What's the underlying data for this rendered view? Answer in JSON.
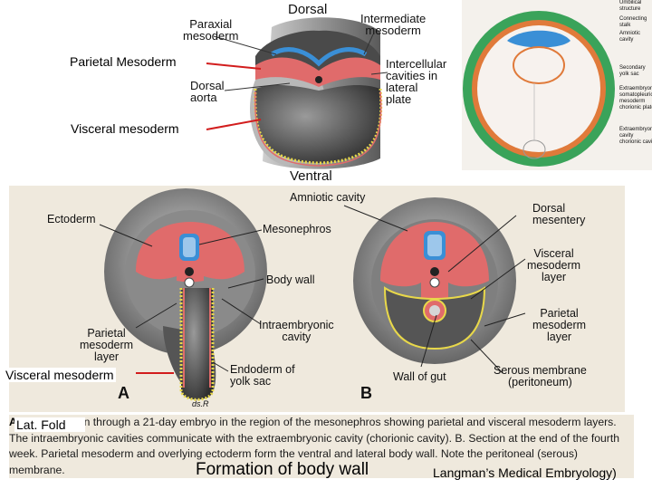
{
  "colors": {
    "mesoderm_red": "#e06b6b",
    "neural_blue": "#3a8fd6",
    "endoderm_yellow": "#e8d84a",
    "grey_shell": "#6a6a6a",
    "histology_green": "#3aa35a",
    "histology_orange": "#e07a3a",
    "arrow_red": "#d21d1d"
  },
  "overlay_labels": {
    "parietal": "Parietal Mesoderm",
    "visceral_top": "Visceral mesoderm",
    "visceral_bottom": "Visceral mesoderm",
    "lat_fold": "Lat. Fold"
  },
  "top_diagram": {
    "dorsal": "Dorsal",
    "ventral": "Ventral",
    "paraxial": "Paraxial\nmesoderm",
    "intermediate": "Intermediate\nmesoderm",
    "dorsal_aorta": "Dorsal\naorta",
    "intercellular": "Intercellular\ncavities in\nlateral\nplate"
  },
  "histology": {
    "l1": "Umbilical\nstructure",
    "l2": "Connecting\nstalk",
    "l3": "Amniotic\ncavity",
    "l4": "Secondary\nyolk sac",
    "l5": "Extraembryonic\nsomatopleuric\nmesoderm\nchorionic plate",
    "l6": "Extraembryonic\ncavity\nchorionic cavity"
  },
  "lower_diagram": {
    "amniotic": "Amniotic cavity",
    "ectoderm": "Ectoderm",
    "mesonephros": "Mesonephros",
    "dorsal_mesentery": "Dorsal\nmesentery",
    "body_wall": "Body wall",
    "visceral_layer": "Visceral\nmesoderm\nlayer",
    "parietal_layer_a": "Parietal\nmesoderm\nlayer",
    "intraembryonic": "Intraembryonic\ncavity",
    "parietal_layer_b": "Parietal\nmesoderm\nlayer",
    "endoderm": "Endoderm of\nyolk sac",
    "wall_gut": "Wall of gut",
    "serous": "Serous membrane\n(peritoneum)",
    "letter_a": "A",
    "letter_b": "B",
    "signature": "ds.R"
  },
  "caption": {
    "lead": "A.",
    "text": " Cross section through a 21-day embryo in the region of the mesonephros showing parietal and visceral mesoderm layers. The intraembryonic cavities communicate with the extraembryonic cavity (chorionic cavity). B. Section at the end of the fourth week. Parietal mesoderm and overlying ectoderm form the ventral and lateral body wall. Note the peritoneal (serous) membrane."
  },
  "footer": {
    "title": "Formation of body wall",
    "source": "Langman’s Medical Embryology)"
  }
}
